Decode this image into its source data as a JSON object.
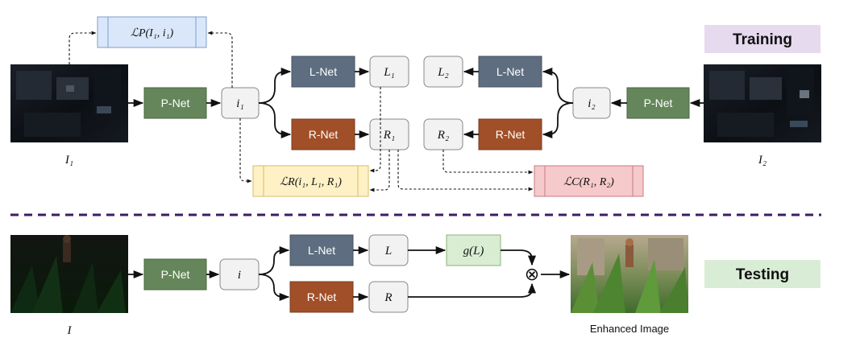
{
  "colors": {
    "pnet": "#65865A",
    "lnet": "#5E6E80",
    "rnet": "#A14F28",
    "var_fill": "#F2F2F2",
    "loss_p": "#DAE7FB",
    "loss_r": "#FFF1C6",
    "loss_c": "#F6C9CB",
    "g_fill": "#D9EDD3",
    "training_bg": "#E6DAEE",
    "testing_bg": "#D9EDD6",
    "separator": "#3D1C63"
  },
  "training": {
    "tag": "Training",
    "left": {
      "image_caption": "I₁",
      "pnet": "P-Net",
      "i": "i₁",
      "lnet": "L-Net",
      "rnet": "R-Net",
      "L": "L₁",
      "R": "R₁"
    },
    "right": {
      "image_caption": "I₂",
      "pnet": "P-Net",
      "i": "i₂",
      "lnet": "L-Net",
      "rnet": "R-Net",
      "L": "L₂",
      "R": "R₂"
    },
    "losses": {
      "p": "ℒP(I₁, i₁)",
      "r": "ℒR(i₁, L₁, R₁)",
      "c": "ℒC(R₁, R₂)"
    }
  },
  "testing": {
    "tag": "Testing",
    "image_caption": "I",
    "pnet": "P-Net",
    "i": "i",
    "lnet": "L-Net",
    "rnet": "R-Net",
    "L": "L",
    "R": "R",
    "g": "g(L)",
    "multiply": "⊗",
    "output_caption": "Enhanced Image"
  }
}
